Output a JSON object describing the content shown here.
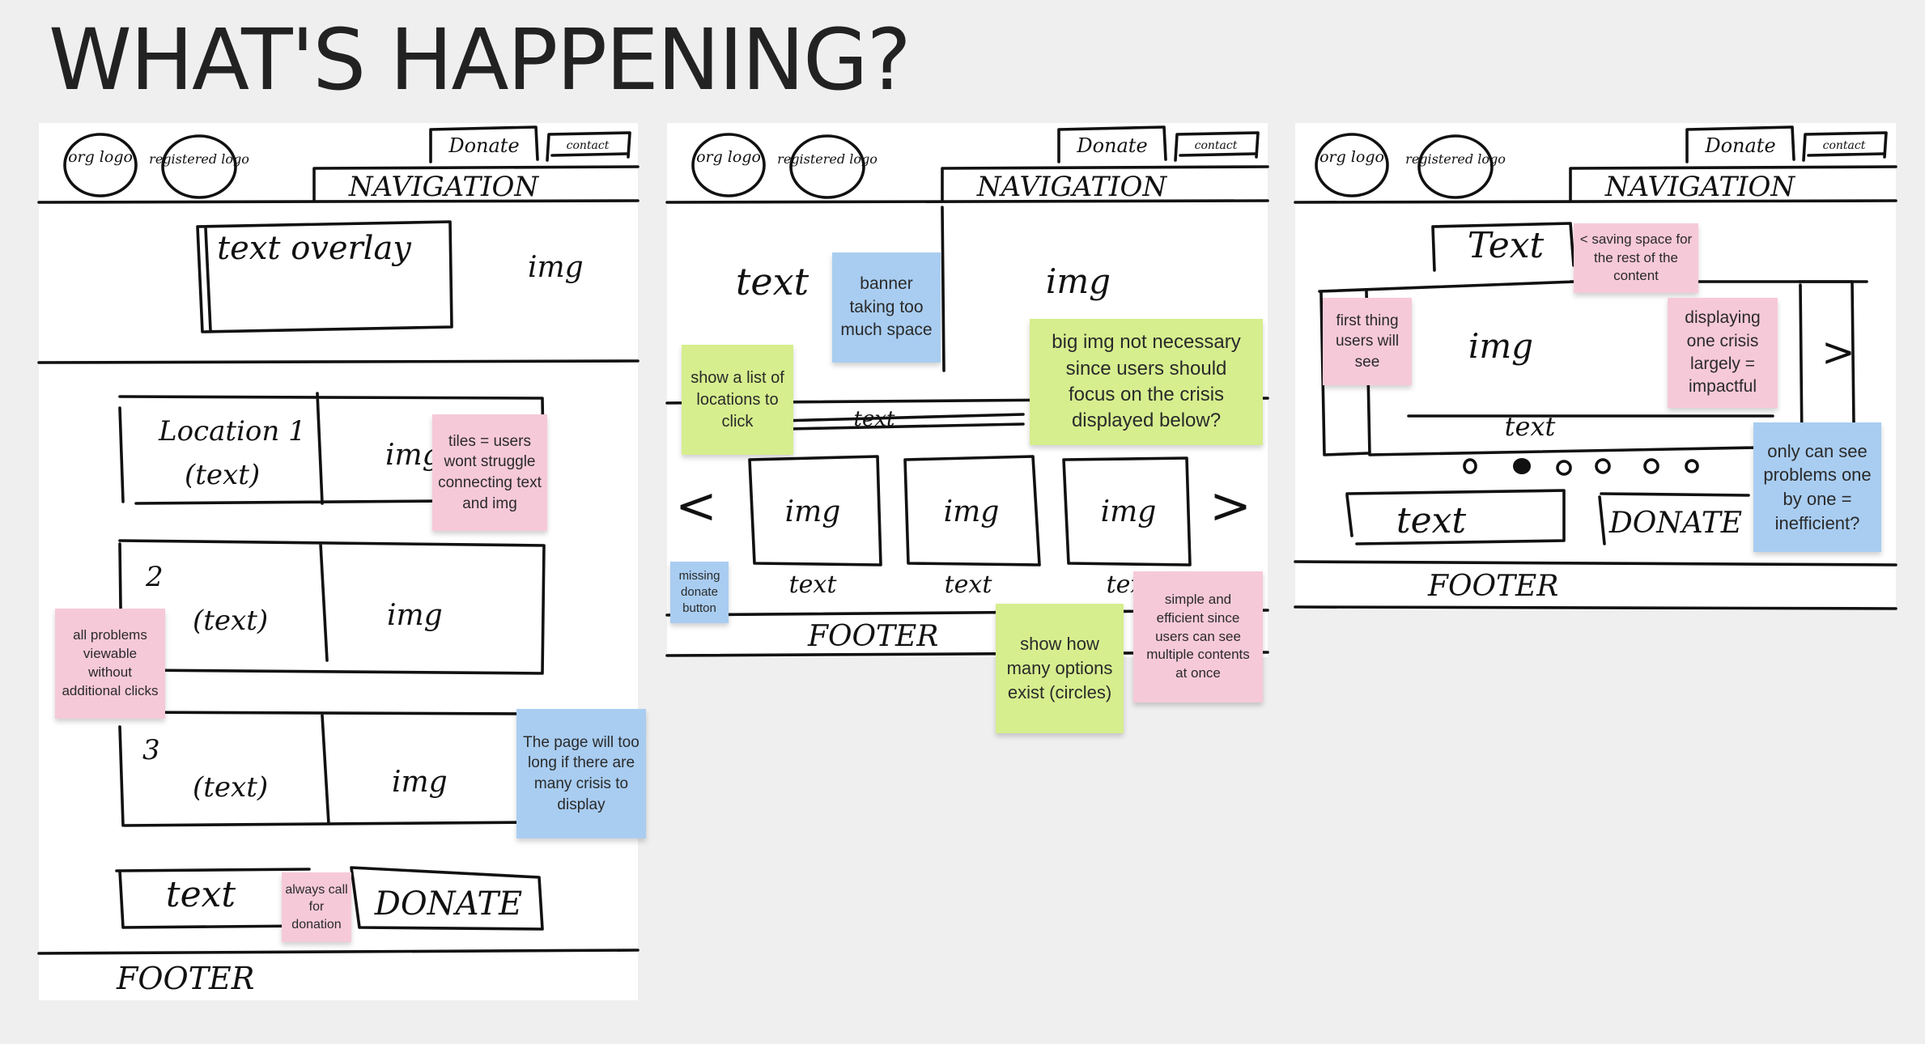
{
  "board": {
    "title": "WHAT'S HAPPENING?"
  },
  "wireframes": {
    "common": {
      "org_logo": "org logo",
      "registered_logo": "registered logo",
      "donate": "Donate",
      "contact": "contact",
      "navigation": "NAVIGATION",
      "footer": "FOOTER"
    },
    "one": {
      "text_overlay": "text overlay",
      "img": "img",
      "location_1": "Location 1",
      "text_paren": "(text)",
      "tile_2": "2",
      "tile_3": "3",
      "text": "text",
      "donate_big": "DONATE"
    },
    "two": {
      "text": "text",
      "img": "img",
      "strike_text": "text",
      "prev": "<",
      "next": ">"
    },
    "three": {
      "text": "Text",
      "img": "img",
      "caption": "text",
      "next": ">",
      "donate_big": "DONATE"
    }
  },
  "notes": {
    "tiles_users": "tiles = users wont struggle connecting text and img",
    "all_problems": "all problems viewable without additional clicks",
    "page_too_long": "The page will too long if there are many crisis to display",
    "always_call": "always call for donation",
    "banner_space": "banner taking too much space",
    "show_list": "show a list of locations to click",
    "big_img": "big img not necessary since users should focus on the crisis displayed below?",
    "missing_donate": "missing donate button",
    "show_how_many": "show how many options exist (circles)",
    "simple_efficient": "simple and efficient since users can see multiple contents at once",
    "saving_space": "< saving space for the rest of the content",
    "first_thing": "first thing users will see",
    "displaying_one": "displaying one crisis largely = impactful",
    "only_one_by_one": "only can see problems one by one = inefficient?"
  },
  "colors": {
    "pink": "#f6c9d9",
    "blue": "#a9cdf1",
    "green": "#d6ee8e",
    "board": "#efefef"
  }
}
